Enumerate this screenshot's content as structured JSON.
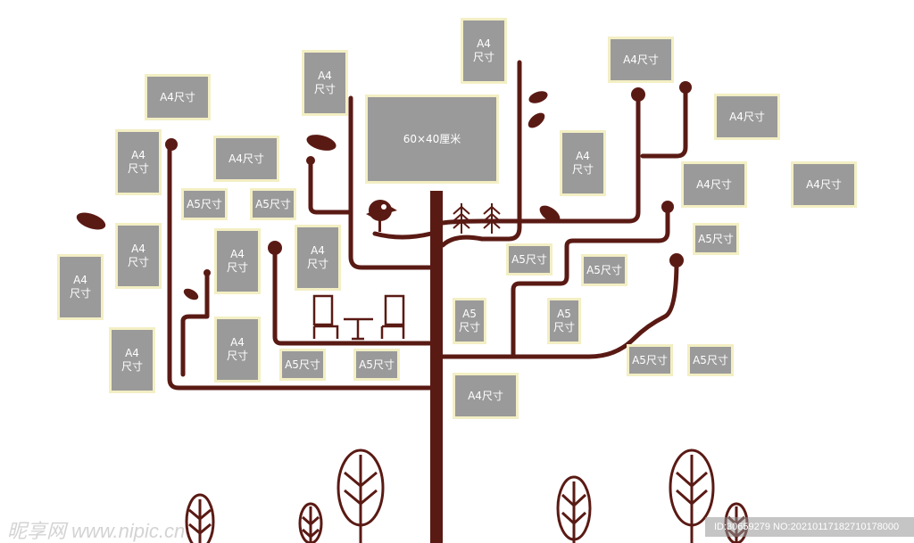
{
  "colors": {
    "tree": "#5a1a14",
    "frame_fill": "#9a9a9a",
    "frame_border": "#f3efc4"
  },
  "frames": [
    "A4\n尺寸",
    "A4尺寸",
    "A4\n尺寸",
    "A4尺寸",
    "60×40厘米",
    "A4尺寸",
    "A4\n尺寸",
    "A4尺寸",
    "A4\n尺寸",
    "A4尺寸",
    "A4尺寸",
    "A5尺寸",
    "A5尺寸",
    "A5尺寸",
    "A4\n尺寸",
    "A4\n尺寸",
    "A4\n尺寸",
    "A5尺寸",
    "A5尺寸",
    "A4\n尺寸",
    "A5\n尺寸",
    "A5\n尺寸",
    "A4\n尺寸",
    "A4\n尺寸",
    "A5尺寸",
    "A5尺寸",
    "A5尺寸",
    "A5尺寸",
    "A4尺寸"
  ],
  "watermark": {
    "left": "昵享网 www.nipic.cn",
    "right": "ID:30659279 NO:20210117182710178000"
  }
}
